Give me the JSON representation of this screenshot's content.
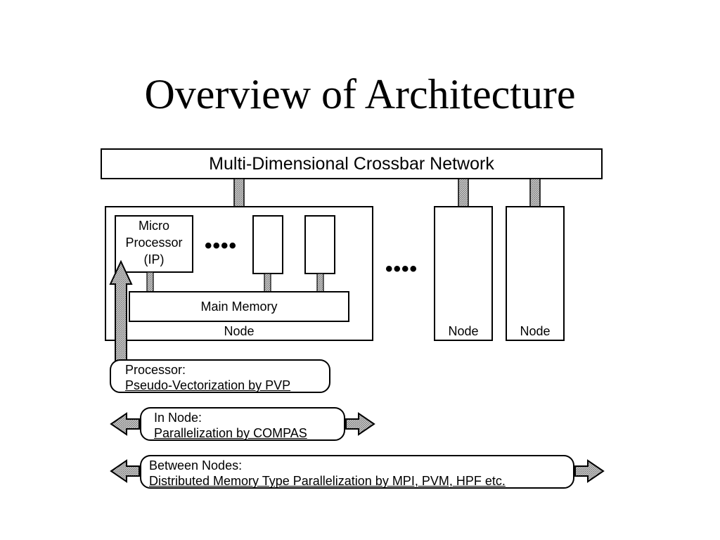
{
  "slide": {
    "title": "Overview of Architecture"
  },
  "diagram": {
    "network_label": "Multi-Dimensional Crossbar Network",
    "processor_label_line1": "Micro",
    "processor_label_line2": "Processor",
    "processor_label_line3": "(IP)",
    "main_memory_label": "Main Memory",
    "node_label": "Node",
    "ellipsis": "••••",
    "notes": {
      "processor": {
        "line1": "Processor:",
        "line2": "Pseudo-Vectorization by PVP"
      },
      "in_node": {
        "line1": "In Node:",
        "line2": "Parallelization by COMPAS"
      },
      "between_nodes": {
        "line1": "Between Nodes:",
        "line2": "Distributed Memory Type Parallelization by MPI, PVM, HPF etc."
      }
    }
  },
  "colors": {
    "line": "#000000",
    "connector_fill": "#b0b0b0",
    "background": "#ffffff"
  }
}
